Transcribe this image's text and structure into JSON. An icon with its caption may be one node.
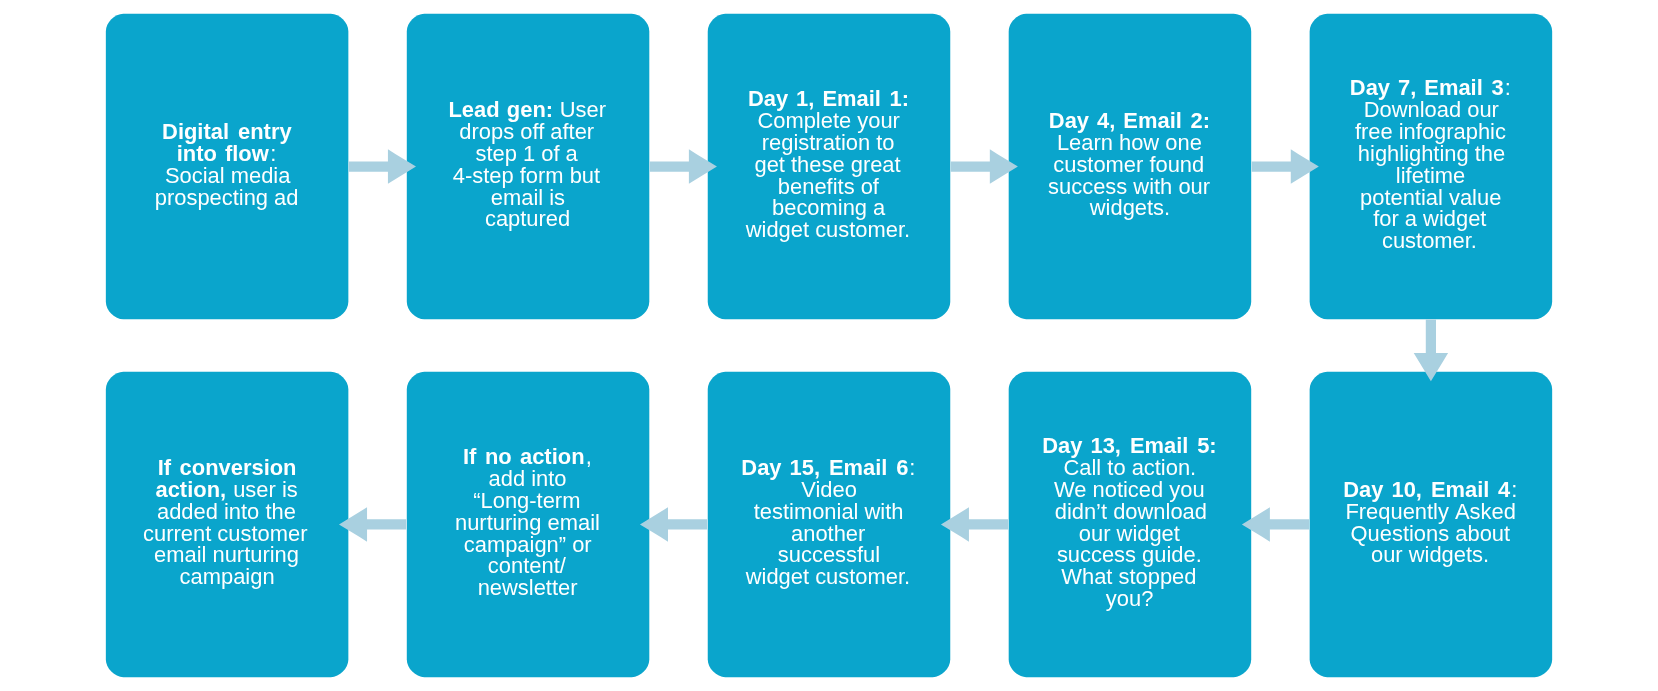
{
  "diagram": {
    "nodes": [
      {
        "text": [
          "**Digital entry into flow**: Social media prospecting ad"
        ]
      },
      {
        "text": [
          "**Lead gen:** User drops off after step 1 of a 4-step form but email is captured"
        ]
      },
      {
        "text": [
          "**Day 1, Email 1:** Complete your registration to get these great benefits of becoming a widget customer."
        ]
      },
      {
        "text": [
          "**Day 4, Email 2:** Learn how one customer found success with our widgets."
        ]
      },
      {
        "text": [
          "**Day 7, Email 3**: Download our free infographic highlighting the lifetime potential value for a widget customer."
        ]
      },
      {
        "text": [
          "**Day 10, Email 4**: Frequently Asked Questions about our widgets."
        ]
      },
      {
        "text": [
          "**Day 13, Email 5:** Call to action. We noticed you didn’t download our widget success guide. What stopped you?"
        ]
      },
      {
        "text": [
          "**Day 15, Email 6**: Video testimonial with another successful widget customer."
        ]
      },
      {
        "text": [
          "**If no action**, add into “Long-term nurturing email campaign” or content/ newsletter"
        ]
      },
      {
        "text": [
          "**If conversion action,** user is added into the current customer email nurturing campaign"
        ]
      }
    ],
    "edges": [
      {
        "from": 0,
        "to": 1,
        "arrow": "to"
      },
      {
        "from": 1,
        "to": 2,
        "arrow": "to"
      },
      {
        "from": 2,
        "to": 3,
        "arrow": "to"
      },
      {
        "from": 3,
        "to": 4,
        "arrow": "to"
      },
      {
        "from": 4,
        "to": 5,
        "arrow": "to"
      },
      {
        "from": 5,
        "to": 6,
        "arrow": "to"
      },
      {
        "from": 6,
        "to": 7,
        "arrow": "to"
      },
      {
        "from": 7,
        "to": 8,
        "arrow": "to"
      },
      {
        "from": 8,
        "to": 9,
        "arrow": "to"
      }
    ]
  }
}
